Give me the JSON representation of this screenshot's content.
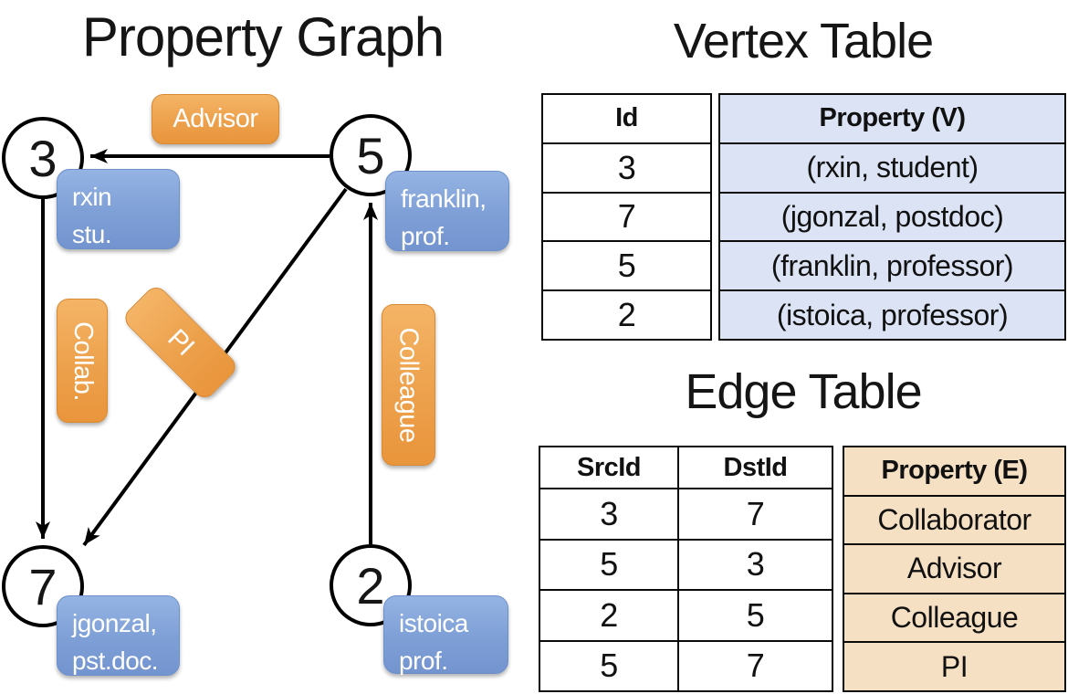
{
  "graph": {
    "title": "Property Graph",
    "nodes": {
      "n3": "3",
      "n5": "5",
      "n7": "7",
      "n2": "2"
    },
    "vertex_labels": {
      "v3": "rxin\nstu.",
      "v5": "franklin,\nprof.",
      "v7": "jgonzal,\npst.doc.",
      "v2": "istoica\nprof."
    },
    "edge_labels": {
      "advisor": "Advisor",
      "collab": "Collab.",
      "pi": "PI",
      "colleague": "Colleague"
    }
  },
  "vertex_table": {
    "title": "Vertex Table",
    "columns": {
      "id": "Id",
      "property": "Property (V)"
    },
    "rows": [
      {
        "id": "3",
        "property": "(rxin, student)"
      },
      {
        "id": "7",
        "property": "(jgonzal, postdoc)"
      },
      {
        "id": "5",
        "property": "(franklin, professor)"
      },
      {
        "id": "2",
        "property": "(istoica, professor)"
      }
    ]
  },
  "edge_table": {
    "title": "Edge Table",
    "columns": {
      "src": "SrcId",
      "dst": "DstId",
      "property": "Property (E)"
    },
    "rows": [
      {
        "src": "3",
        "dst": "7",
        "property": "Collaborator"
      },
      {
        "src": "5",
        "dst": "3",
        "property": "Advisor"
      },
      {
        "src": "2",
        "dst": "5",
        "property": "Colleague"
      },
      {
        "src": "5",
        "dst": "7",
        "property": "PI"
      }
    ]
  },
  "colors": {
    "vertex_pill_top": "#95b4e4",
    "vertex_pill_bottom": "#7394cf",
    "edge_pill_top": "#f4b466",
    "edge_pill_bottom": "#e9953c",
    "vertex_cell_fill": "#dbe3f4",
    "edge_cell_fill": "#f6e0c4",
    "line_color": "#000000"
  }
}
